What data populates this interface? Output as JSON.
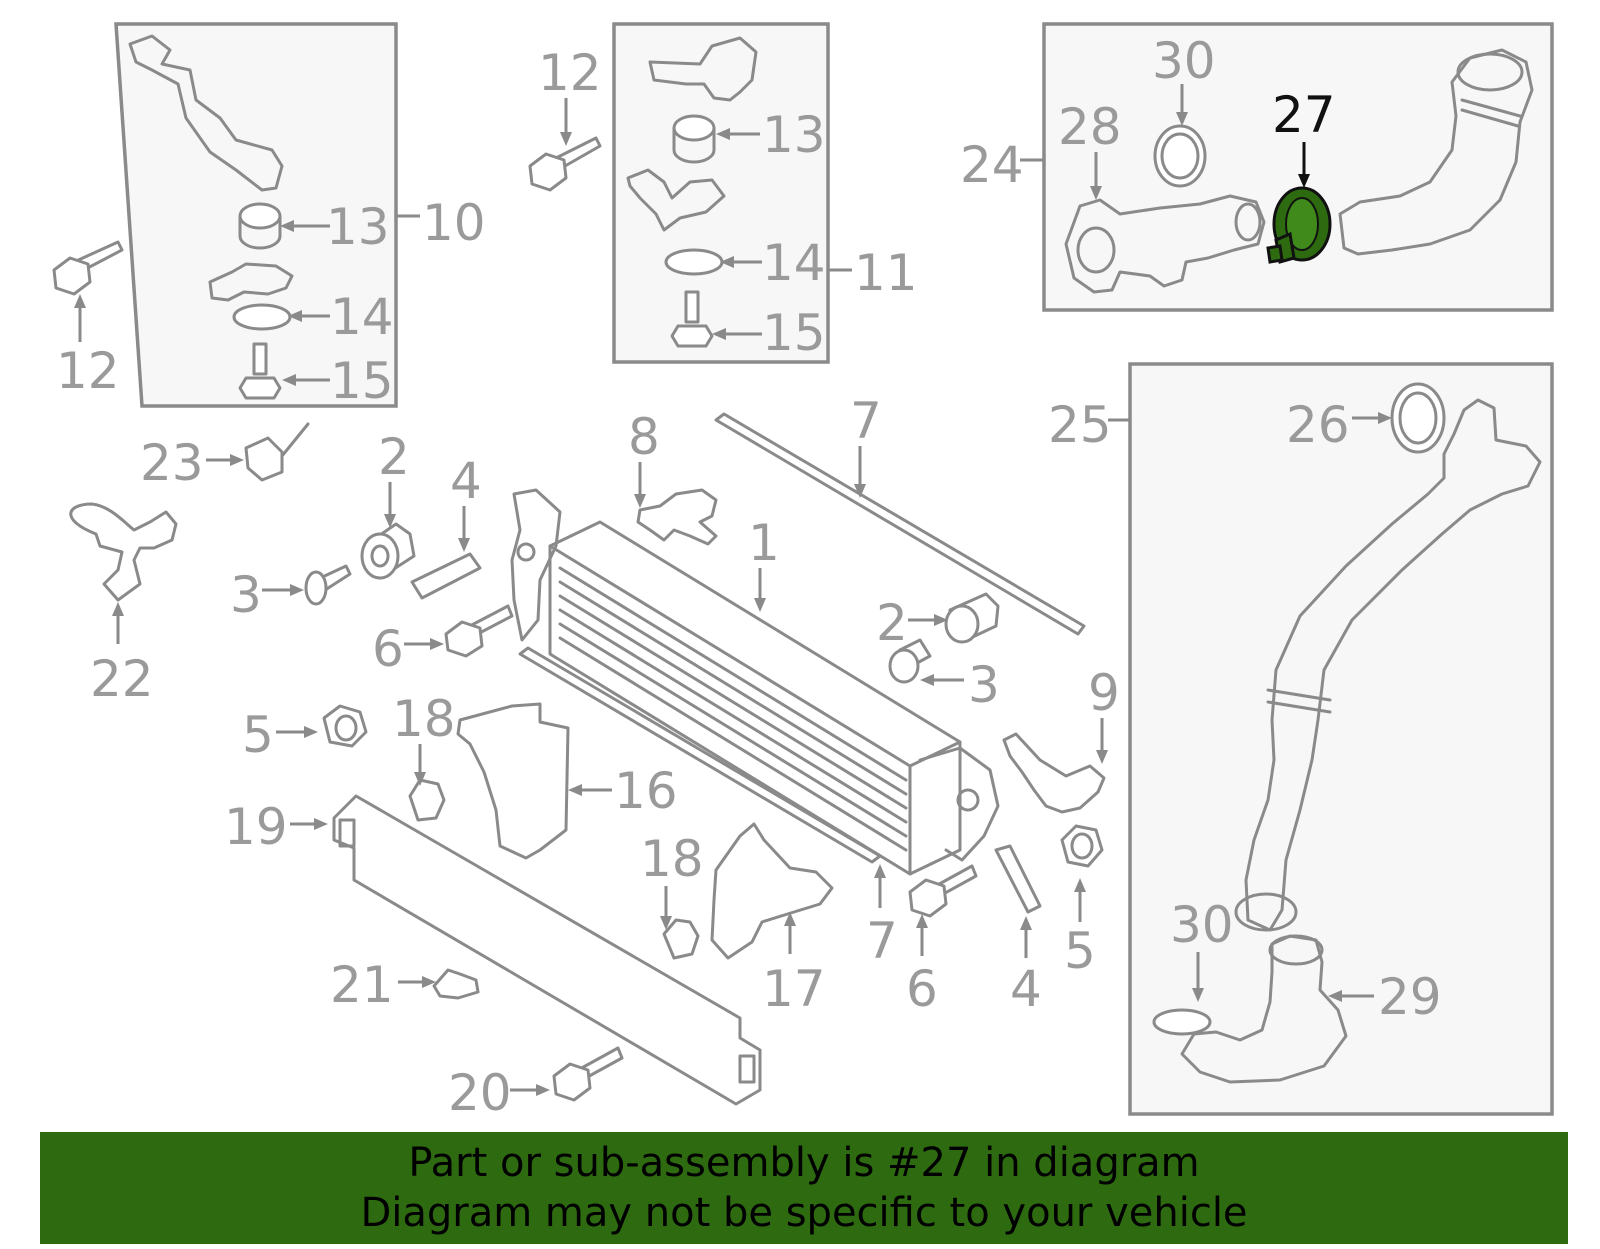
{
  "diagram": {
    "highlight_color": "#2e6b10",
    "line_color": "#8a8a8a",
    "highlighted_part": "27",
    "callouts": {
      "c1": "1",
      "c2a": "2",
      "c2b": "2",
      "c3a": "3",
      "c3b": "3",
      "c4a": "4",
      "c4b": "4",
      "c5a": "5",
      "c5b": "5",
      "c6a": "6",
      "c6b": "6",
      "c7a": "7",
      "c7b": "7",
      "c8": "8",
      "c9": "9",
      "c10": "10",
      "c11": "11",
      "c12a": "12",
      "c12b": "12",
      "c13a": "13",
      "c13b": "13",
      "c14a": "14",
      "c14b": "14",
      "c15a": "15",
      "c15b": "15",
      "c16": "16",
      "c17": "17",
      "c18a": "18",
      "c18b": "18",
      "c19": "19",
      "c20": "20",
      "c21": "21",
      "c22": "22",
      "c23": "23",
      "c24": "24",
      "c25": "25",
      "c26": "26",
      "c27": "27",
      "c28": "28",
      "c29": "29",
      "c30a": "30",
      "c30b": "30"
    }
  },
  "banner": {
    "line1": "Part or sub-assembly is #27 in diagram",
    "line2": "Diagram may not be specific to your vehicle"
  }
}
